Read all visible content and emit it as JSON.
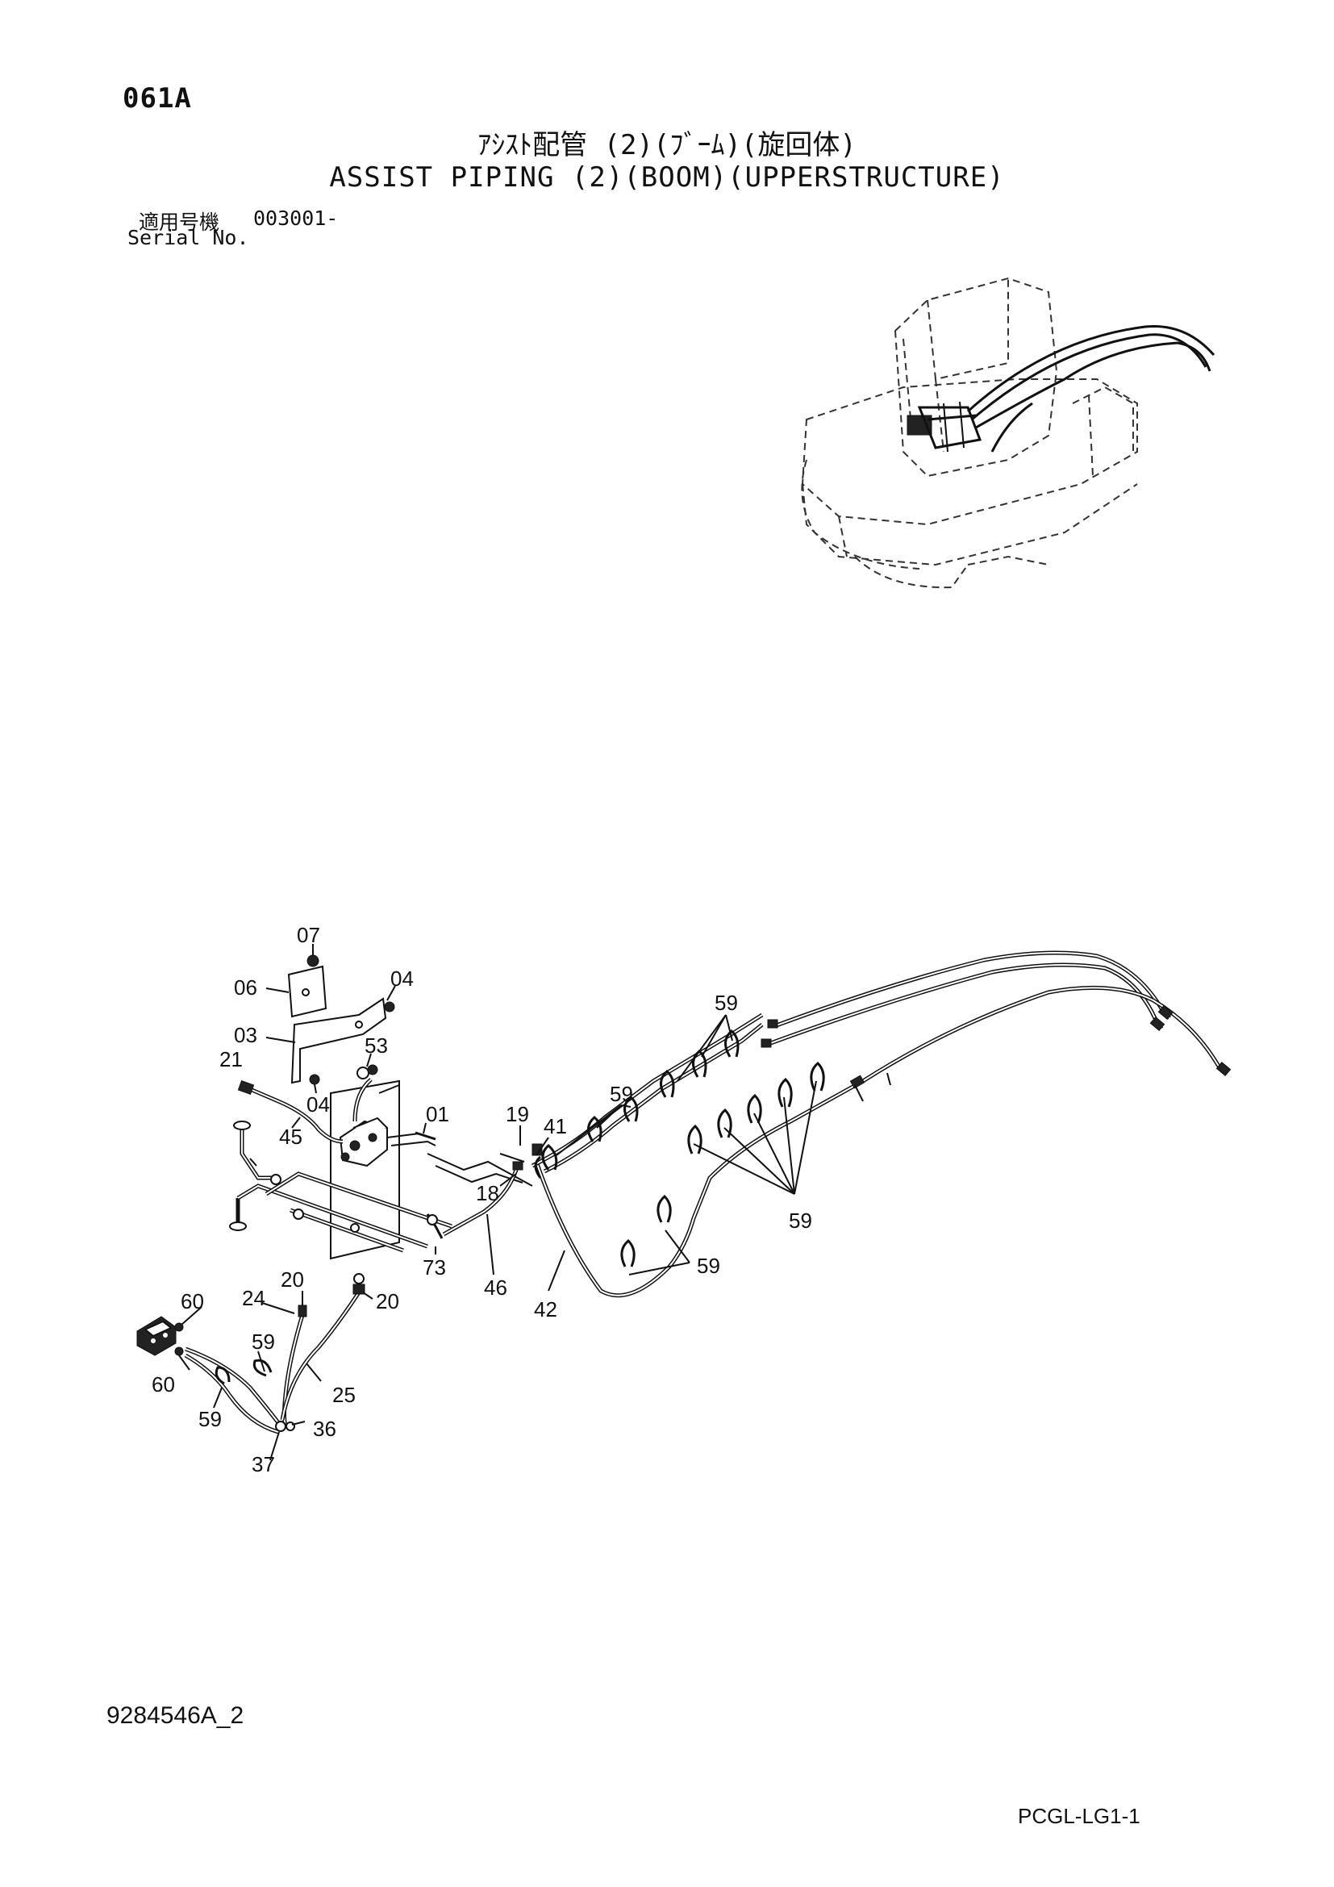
{
  "header": {
    "page_code": "061A",
    "title_ja": "ｱｼｽﾄ配管 (2)(ﾌﾞｰﾑ)(旋回体)",
    "title_en": "ASSIST PIPING (2)(BOOM)(UPPERSTRUCTURE)",
    "serial_label_ja": "適用号機",
    "serial_label_en": "Serial No.",
    "serial_range": "003001-"
  },
  "callouts": {
    "c07": "07",
    "c06": "06",
    "c04a": "04",
    "c03": "03",
    "c53": "53",
    "c21": "21",
    "c04b": "04",
    "c45": "45",
    "c01": "01",
    "c19": "19",
    "c41": "41",
    "c18": "18",
    "c73": "73",
    "c46": "46",
    "c42": "42",
    "c59a": "59",
    "c59b": "59",
    "c59c": "59",
    "c59d": "59",
    "c59e": "59",
    "c59f": "59",
    "c20a": "20",
    "c20b": "20",
    "c24": "24",
    "c60a": "60",
    "c60b": "60",
    "c25": "25",
    "c36": "36",
    "c37": "37"
  },
  "footer": {
    "doc_number": "9284546A_2",
    "sheet_code": "PCGL-LG1-1"
  }
}
